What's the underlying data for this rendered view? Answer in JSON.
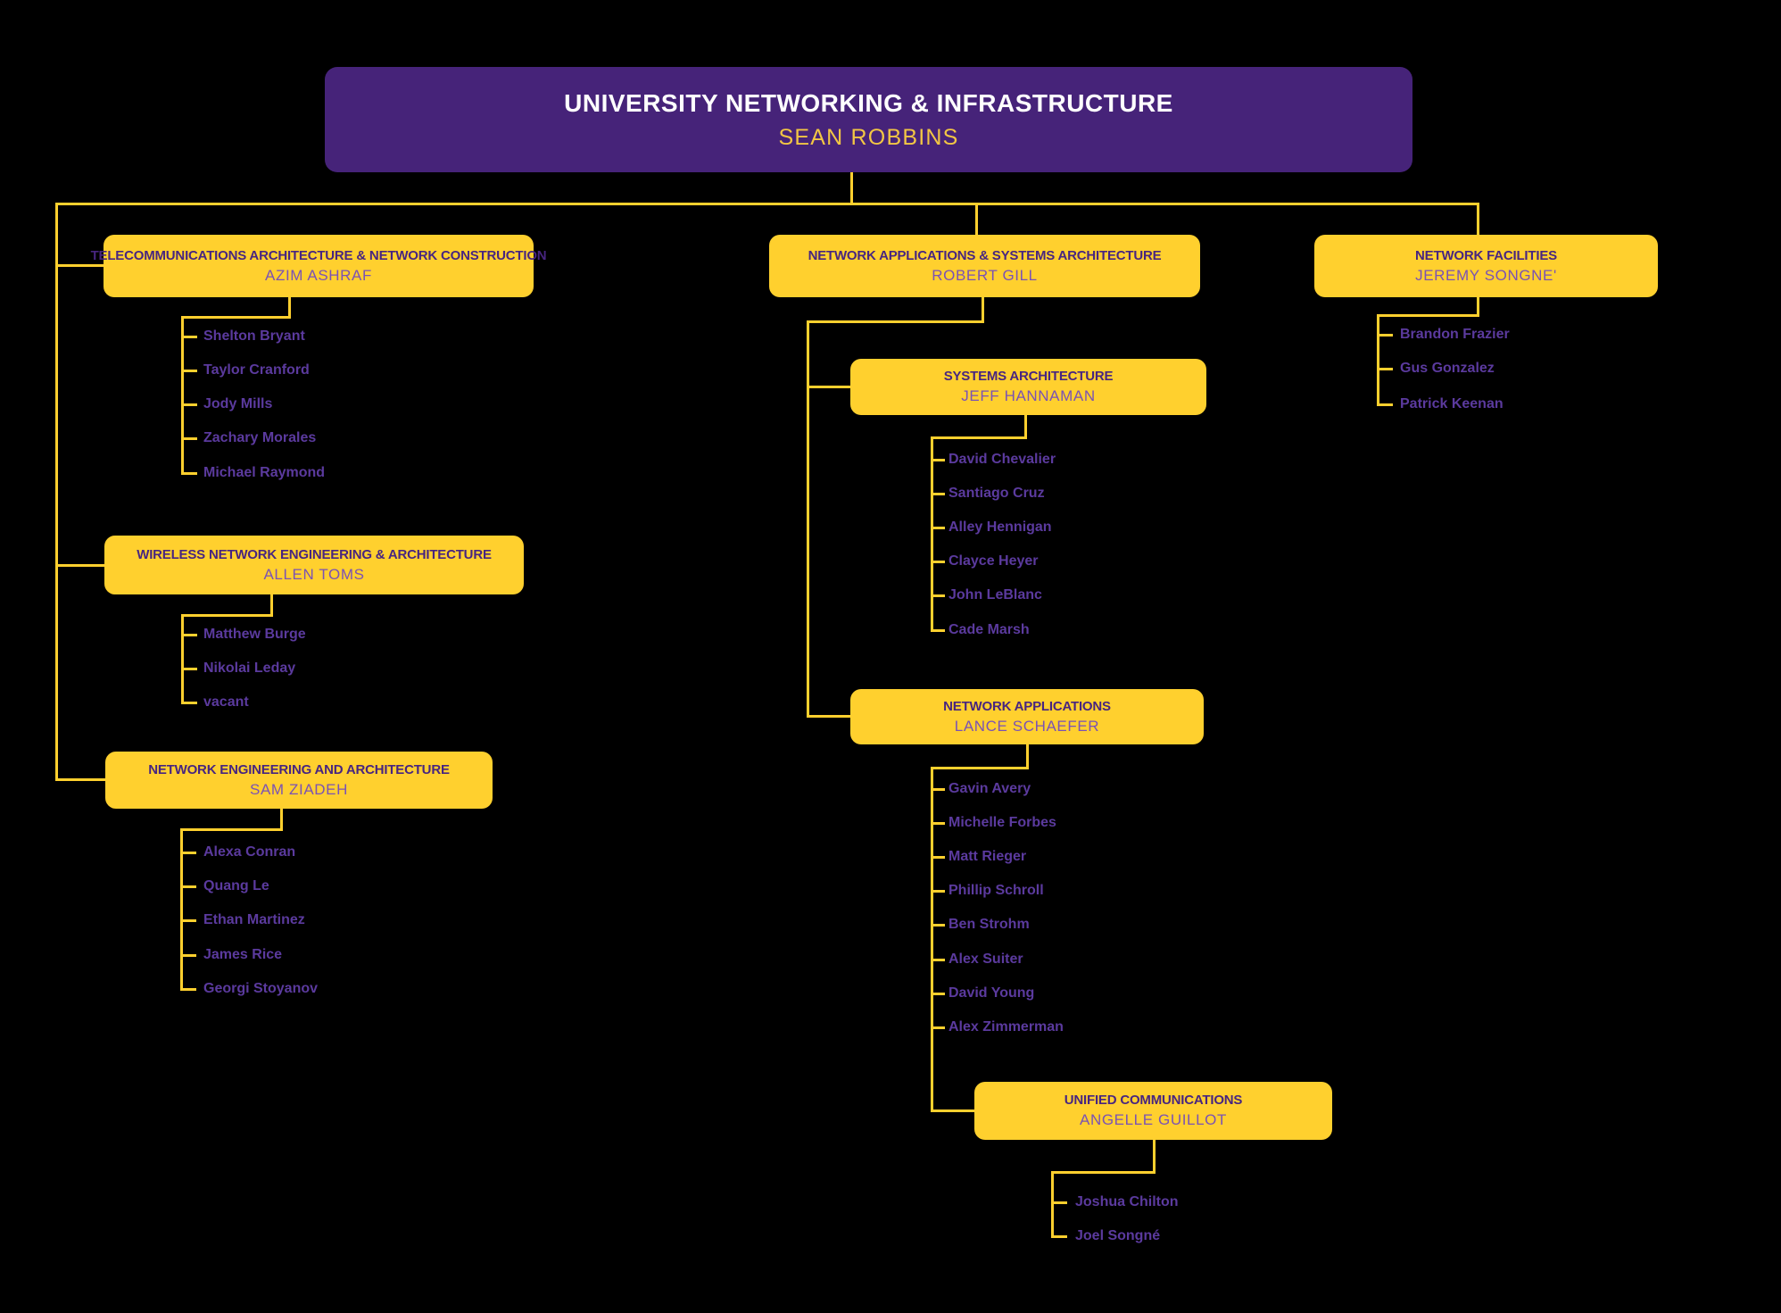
{
  "org_chart": {
    "root": {
      "title": "UNIVERSITY NETWORKING & INFRASTRUCTURE",
      "manager": "SEAN ROBBINS"
    },
    "departments": [
      {
        "title": "TELECOMMUNICATIONS ARCHITECTURE & NETWORK CONSTRUCTION",
        "manager": "AZIM ASHRAF",
        "members": [
          "Shelton Bryant",
          "Taylor Cranford",
          "Jody Mills",
          "Zachary Morales",
          "Michael Raymond"
        ]
      },
      {
        "title": "WIRELESS NETWORK ENGINEERING & ARCHITECTURE",
        "manager": "ALLEN TOMS",
        "members": [
          "Matthew Burge",
          "Nikolai Leday",
          "vacant"
        ]
      },
      {
        "title": "NETWORK ENGINEERING AND ARCHITECTURE",
        "manager": "SAM ZIADEH",
        "members": [
          "Alexa Conran",
          "Quang Le",
          "Ethan Martinez",
          "James Rice",
          "Georgi Stoyanov"
        ]
      },
      {
        "title": "NETWORK APPLICATIONS & SYSTEMS ARCHITECTURE",
        "manager": "ROBERT GILL",
        "members": []
      },
      {
        "title": "SYSTEMS ARCHITECTURE",
        "manager": "JEFF HANNAMAN",
        "members": [
          "David Chevalier",
          "Santiago Cruz",
          "Alley Hennigan",
          "Clayce Heyer",
          "John LeBlanc",
          "Cade Marsh"
        ]
      },
      {
        "title": "NETWORK APPLICATIONS",
        "manager": "LANCE SCHAEFER",
        "members": [
          "Gavin Avery",
          "Michelle Forbes",
          "Matt Rieger",
          "Phillip Schroll",
          "Ben Strohm",
          "Alex Suiter",
          "David Young",
          "Alex Zimmerman"
        ]
      },
      {
        "title": "UNIFIED COMMUNICATIONS",
        "manager": "ANGELLE GUILLOT",
        "members": [
          "Joshua Chilton",
          "Joel Songné"
        ]
      },
      {
        "title": "NETWORK FACILITIES",
        "manager": "JEREMY SONGNE'",
        "members": [
          "Brandon Frazier",
          "Gus Gonzalez",
          "Patrick Keenan"
        ]
      }
    ],
    "colors": {
      "background": "#000000",
      "box_yellow": "#FFD02E",
      "root_box_purple": "#462379",
      "root_title_white": "#FFFFFF",
      "root_manager_yellow": "#F2C644",
      "dept_title_purple": "#472580",
      "dept_manager_purple": "#7A52B5",
      "member_purple": "#5B3A9E",
      "connector_yellow": "#FFD02E"
    }
  }
}
